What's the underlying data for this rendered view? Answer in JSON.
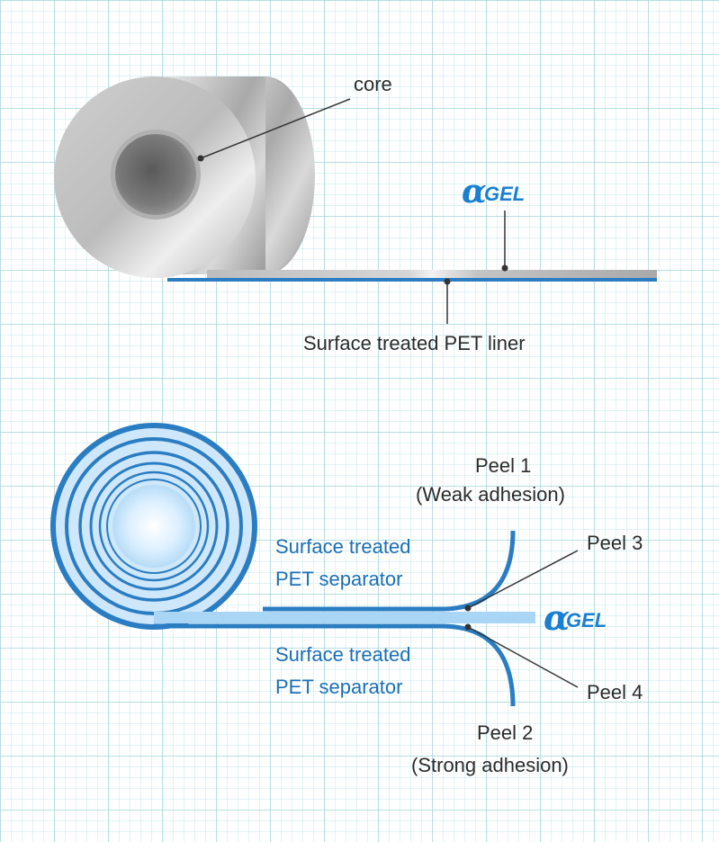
{
  "top_diagram": {
    "core_label": "core",
    "liner_label": "Surface treated PET liner",
    "brand_logo": {
      "symbol": "α",
      "text": "GEL"
    }
  },
  "bottom_diagram": {
    "separator_top_label": [
      "Surface treated",
      "PET separator"
    ],
    "separator_bottom_label": [
      "Surface treated",
      "PET separator"
    ],
    "peel1": {
      "title": "Peel 1",
      "note": "(Weak adhesion)"
    },
    "peel2": {
      "title": "Peel 2",
      "note": "(Strong adhesion)"
    },
    "peel3": "Peel 3",
    "peel4": "Peel 4",
    "brand_logo": {
      "symbol": "α",
      "text": "GEL"
    }
  },
  "colors": {
    "blue_film": "#2a7dc2",
    "gel_light_blue": "#a9d6f5",
    "label_blue": "#1d6fb5",
    "grid": "#96cdd4",
    "metal_gray": "#bdbdbd"
  }
}
